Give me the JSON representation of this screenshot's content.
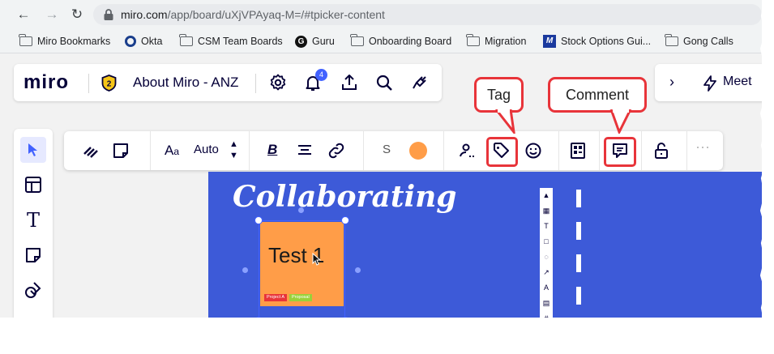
{
  "browser": {
    "url_host": "miro.com",
    "url_path": "/app/board/uXjVPAyaq-M=/#tpicker-content"
  },
  "bookmarks": [
    {
      "label": "Miro Bookmarks",
      "icon": "folder-icon"
    },
    {
      "label": "Okta",
      "icon": "okta-icon"
    },
    {
      "label": "CSM Team Boards",
      "icon": "folder-icon"
    },
    {
      "label": "Guru",
      "icon": "guru-icon"
    },
    {
      "label": "Onboarding Board",
      "icon": "folder-icon"
    },
    {
      "label": "Migration",
      "icon": "folder-icon"
    },
    {
      "label": "Stock Options Gui...",
      "icon": "stock-icon"
    },
    {
      "label": "Gong Calls",
      "icon": "folder-icon"
    }
  ],
  "topbar": {
    "logo": "miro",
    "plan_badge": "2",
    "board_name": "About Miro - ANZ",
    "notification_count": "4"
  },
  "rightbar": {
    "meet_label": "Meet"
  },
  "context_toolbar": {
    "font_size": "Auto",
    "shape_letter": "S",
    "sticky_color": "#ff9d48"
  },
  "callouts": {
    "tag": "Tag",
    "comment": "Comment"
  },
  "board": {
    "frame_title": "Collaborating",
    "sticky_text": "Test 1",
    "sticky_tags": [
      "Project A",
      "Proposal"
    ],
    "background_color": "#3d5ad8"
  },
  "colors": {
    "highlight": "#e8343a",
    "selection": "#4262ff"
  }
}
